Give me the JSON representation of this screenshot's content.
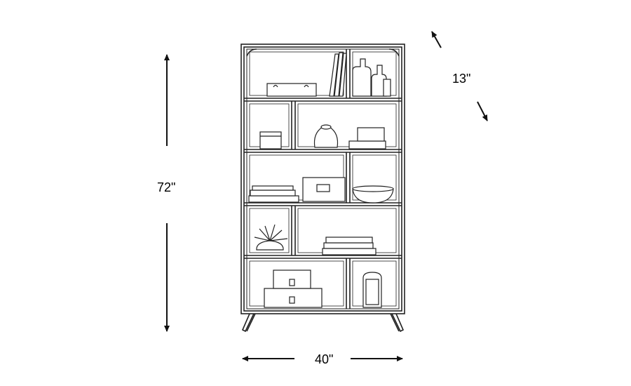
{
  "dimensions": {
    "height": "72\"",
    "width": "40\"",
    "depth": "13\""
  },
  "colors": {
    "line": "#111111",
    "wood_stroke": "#222222",
    "wood_fill": "#ffffff"
  },
  "icons": {
    "height_arrow": "vertical-double-arrow",
    "width_arrow": "horizontal-double-arrow",
    "depth_arrow": "diagonal-double-arrow"
  }
}
